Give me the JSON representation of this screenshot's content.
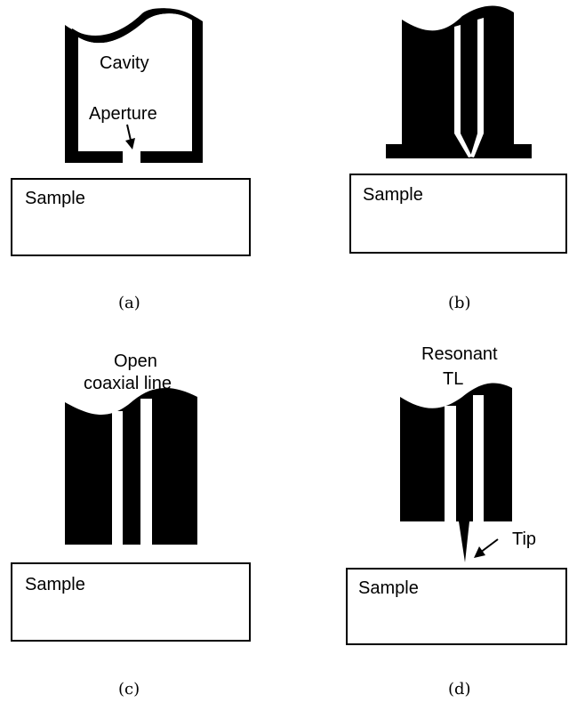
{
  "panels": {
    "a": {
      "caption": "(a)",
      "cavity_label": "Cavity",
      "aperture_label": "Aperture",
      "sample_label": "Sample"
    },
    "b": {
      "caption": "(b)",
      "sample_label": "Sample"
    },
    "c": {
      "caption": "(c)",
      "title_line1": "Open",
      "title_line2": "coaxial line",
      "sample_label": "Sample"
    },
    "d": {
      "caption": "(d)",
      "title_line1": "Resonant",
      "title_line2": "TL",
      "tip_label": "Tip",
      "sample_label": "Sample"
    }
  },
  "colors": {
    "ink": "#000000",
    "background": "#ffffff"
  }
}
